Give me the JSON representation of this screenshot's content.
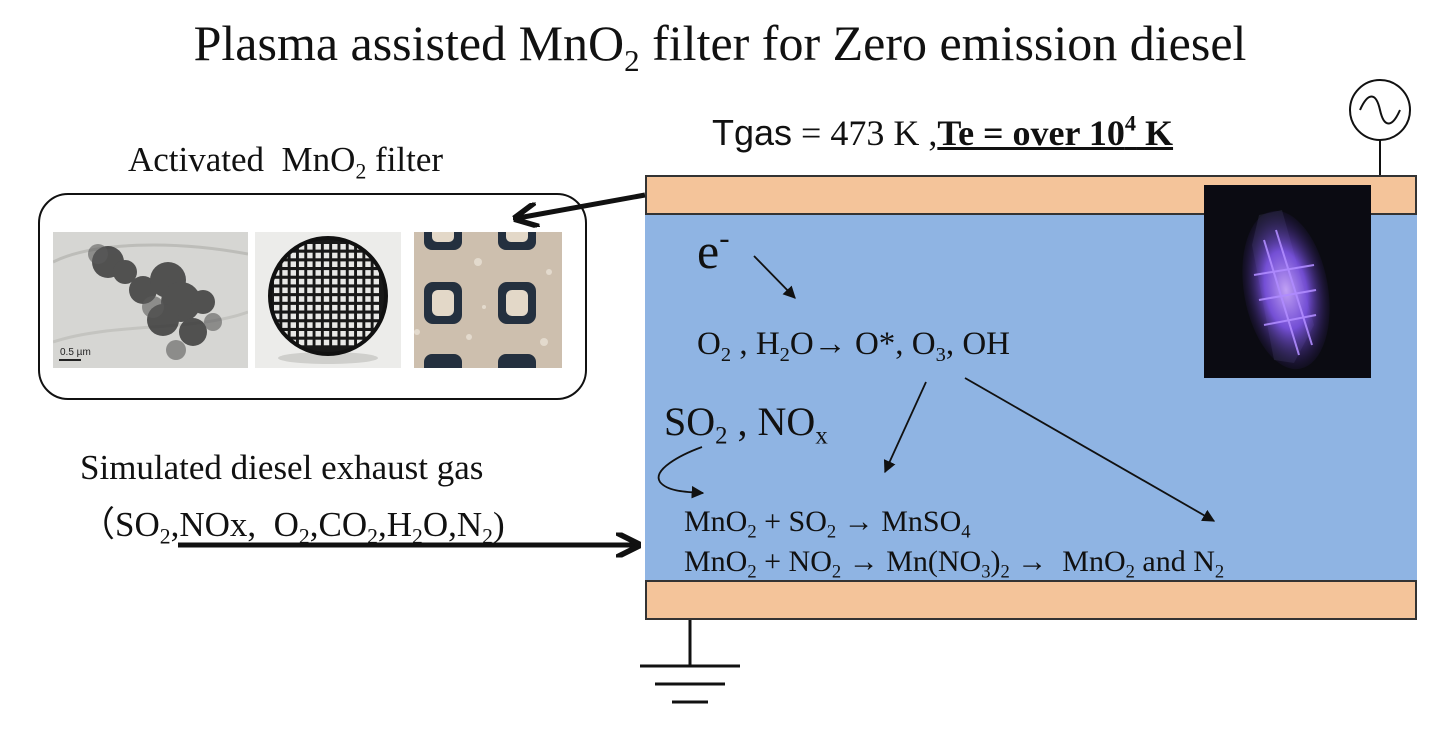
{
  "title": "Plasma assisted MnO2 filter for Zero emission diesel",
  "conditions": {
    "tgas_label": "Tgas",
    "tgas_value": " = 473 K ,",
    "te_label": "Te = over 10",
    "te_exponent": "4",
    "te_unit": " K"
  },
  "filter": {
    "caption": "Activated MnO2 filter",
    "scale_bar_label": "0.5 µm"
  },
  "plasma": {
    "electron": "e",
    "electron_charge": "-",
    "reactive_species": "O2 , H2O→ O*, O3, OH",
    "pollutants": "SO2 , NOx",
    "reaction_1": "MnO2 + SO2 → MnSO4",
    "reaction_2": "MnO2 + NO2 → Mn(NO3)2 → MnO2 and N2"
  },
  "exhaust": {
    "label": "Simulated diesel exhaust gas",
    "composition": "（SO2,NOx, O2,CO2,H2O,N2)"
  },
  "colors": {
    "plasma_zone": "#8fb4e3",
    "electrode": "#f4c49a",
    "plasma_glow": "#8a5cff"
  },
  "icons": {
    "ac_source": "ac-source-icon",
    "ground": "ground-icon"
  }
}
